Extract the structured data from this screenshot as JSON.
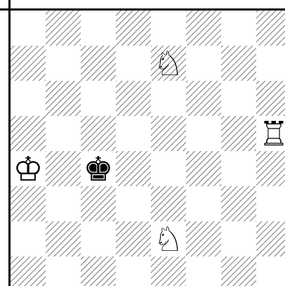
{
  "board": {
    "files": 8,
    "ranks": 8,
    "shading": "hatched-dark-squares",
    "colors": {
      "light": "#ffffff",
      "hatch": "#555555",
      "frame": "#000000"
    },
    "pieces": [
      {
        "piece": "knight",
        "color": "white",
        "icon": "white-knight-icon",
        "glyph": "♘",
        "square": "e7"
      },
      {
        "piece": "rook",
        "color": "white",
        "icon": "white-rook-icon",
        "glyph": "♖",
        "square": "h5"
      },
      {
        "piece": "king",
        "color": "white",
        "icon": "white-king-icon",
        "glyph": "♔",
        "square": "a4"
      },
      {
        "piece": "king",
        "color": "black",
        "icon": "black-king-icon",
        "glyph": "♚",
        "square": "c4"
      },
      {
        "piece": "knight",
        "color": "white",
        "icon": "white-knight-icon",
        "glyph": "♘",
        "square": "e2"
      }
    ]
  }
}
